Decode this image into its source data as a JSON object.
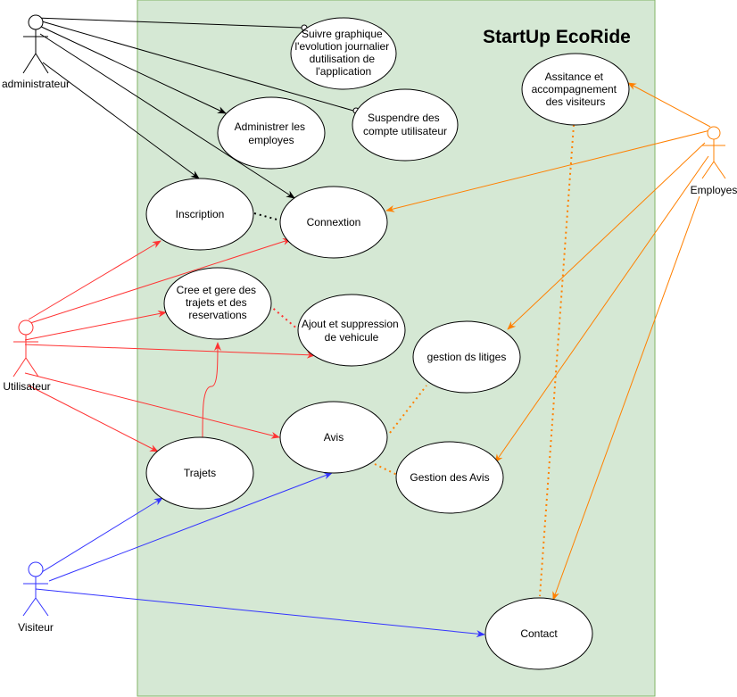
{
  "system": {
    "title": "StartUp EcoRide"
  },
  "colors": {
    "system_fill": "#d5e8d4",
    "system_stroke": "#82b366",
    "admin": "#000000",
    "user": "#ff3333",
    "visitor": "#3333ff",
    "employee": "#ff8000"
  },
  "actors": {
    "admin": "administrateur",
    "user": "Utilisateur",
    "visitor": "Visiteur",
    "employee": "Employes"
  },
  "use_cases": {
    "suivre": [
      "Suivre graphique",
      "l'evolution journalier",
      "dutilisation de",
      "l'application"
    ],
    "administrer": [
      "Administrer les",
      "employes"
    ],
    "suspendre": [
      "Suspendre des",
      "compte utilisateur"
    ],
    "inscription": [
      "Inscription"
    ],
    "connexion": [
      "Connextion"
    ],
    "cree": [
      "Cree et gere des",
      "trajets et des",
      "reservations"
    ],
    "ajout": [
      "Ajout et suppression",
      "de vehicule"
    ],
    "litiges": [
      "gestion ds litiges"
    ],
    "avis": [
      "Avis"
    ],
    "trajets": [
      "Trajets"
    ],
    "gestion_avis": [
      "Gestion des Avis"
    ],
    "assistance": [
      "Assitance et",
      "accompagnement",
      "des visiteurs"
    ],
    "contact": [
      "Contact"
    ]
  }
}
